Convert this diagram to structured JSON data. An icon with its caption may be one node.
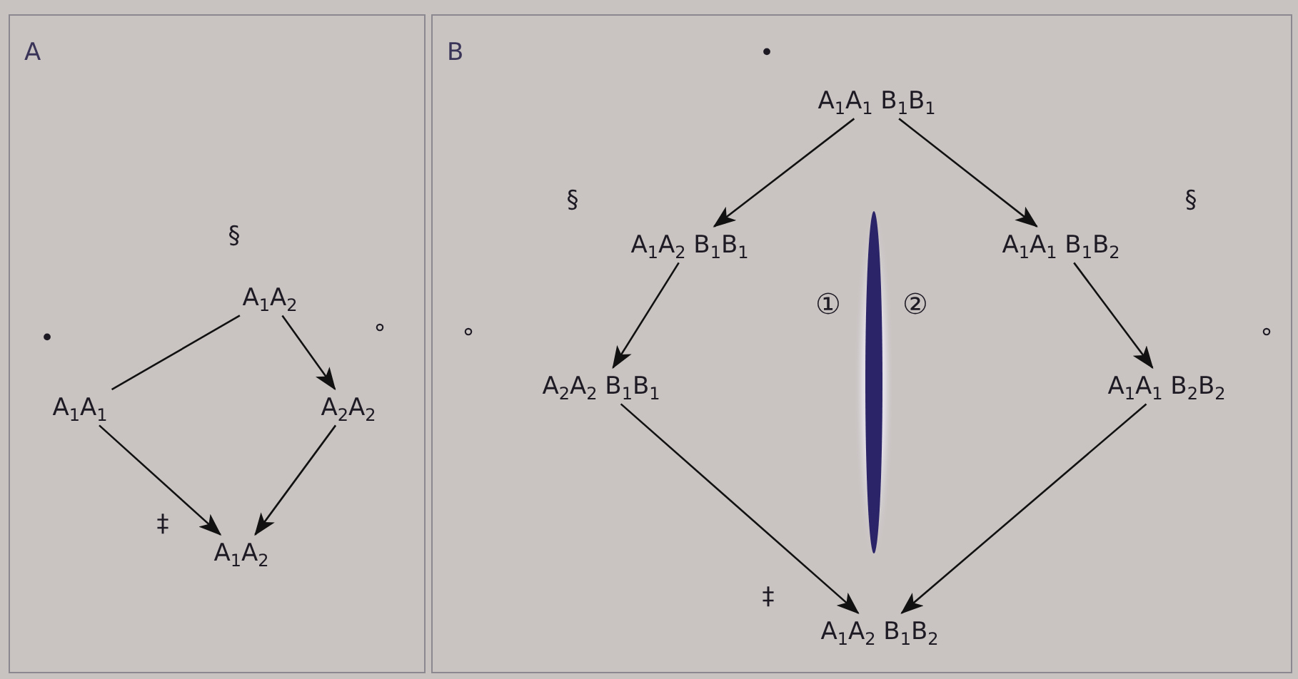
{
  "diagram": {
    "nodes": [
      {
        "text": [
          "A"
        ]
      },
      {
        "text": [
          "A$_{1}$A$_{2}$"
        ],
        "in": 0,
        "beside": [
          "§"
        ]
      },
      {
        "text": [
          "A$_{1}$A$_{1}$"
        ],
        "in": 0,
        "beside": [
          "•"
        ]
      },
      {
        "text": [
          "A$_{2}$A$_{2}$"
        ],
        "in": 0,
        "beside": [
          "°"
        ]
      },
      {
        "text": [
          "A$_{1}$A$_{2}$"
        ],
        "in": 0,
        "beside": [
          "‡"
        ]
      },
      {
        "text": [
          "B"
        ]
      },
      {
        "text": [
          "A$_{1}$A$_{1}$ B$_{1}$B$_{1}$"
        ],
        "in": 5,
        "beside": [
          "•"
        ]
      },
      {
        "text": [
          "A$_{1}$A$_{2}$ B$_{1}$B$_{1}$"
        ],
        "in": 5,
        "beside": [
          "§"
        ]
      },
      {
        "text": [
          "A$_{1}$A$_{1}$ B$_{1}$B$_{2}$"
        ],
        "in": 5,
        "beside": [
          "§"
        ]
      },
      {
        "text": [
          "A$_{2}$A$_{2}$ B$_{1}$B$_{1}$"
        ],
        "in": 5,
        "beside": [
          "°"
        ]
      },
      {
        "text": [
          "A$_{1}$A$_{1}$ B$_{2}$B$_{2}$"
        ],
        "in": 5,
        "beside": [
          "°"
        ]
      },
      {
        "text": [
          "A$_{1}$A$_{2}$ B$_{1}$B$_{2}$"
        ],
        "in": 5,
        "beside": [
          "‡"
        ]
      }
    ],
    "edges": [
      {
        "from": 1,
        "to": 2,
        "arrow": "none"
      },
      {
        "from": 1,
        "to": 3,
        "arrow": "to"
      },
      {
        "from": 2,
        "to": 4,
        "arrow": "to"
      },
      {
        "from": 3,
        "to": 4,
        "arrow": "to"
      },
      {
        "from": 6,
        "to": 7,
        "arrow": "to"
      },
      {
        "from": 6,
        "to": 8,
        "arrow": "to"
      },
      {
        "from": 7,
        "to": 9,
        "arrow": "to"
      },
      {
        "from": 8,
        "to": 10,
        "arrow": "to"
      },
      {
        "from": 9,
        "to": 11,
        "arrow": "to"
      },
      {
        "from": 10,
        "to": 11,
        "arrow": "to"
      }
    ],
    "labels": [
      "①",
      "②"
    ]
  }
}
